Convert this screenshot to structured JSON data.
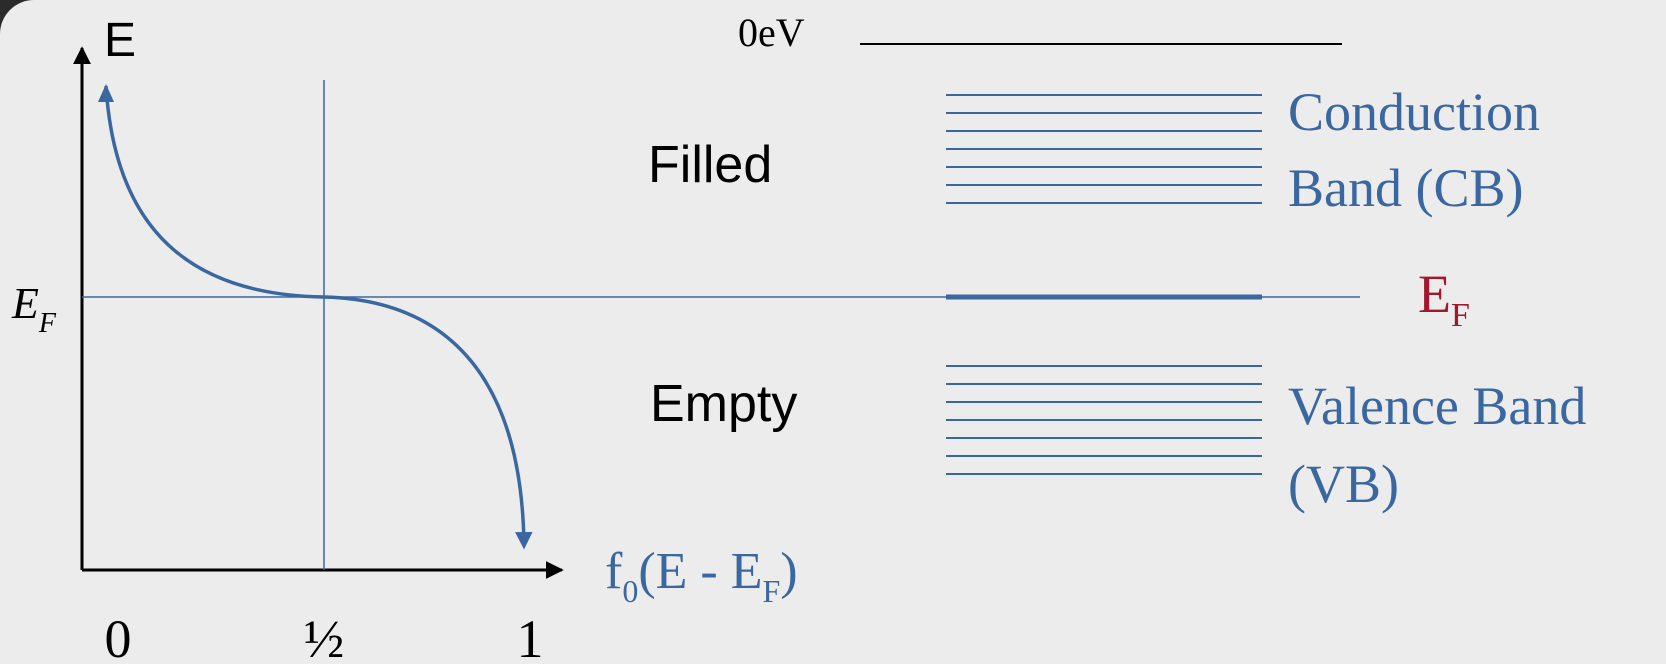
{
  "plot": {
    "y_axis_label": "E",
    "fermi_tick_label": "E",
    "fermi_tick_sub": "F",
    "x_axis_label_main": "f",
    "x_axis_label_sub0": "0",
    "x_axis_label_mid": "(E - E",
    "x_axis_label_sub": "F",
    "x_axis_label_end": ")",
    "x_ticks": [
      "0",
      "½",
      "1"
    ],
    "x_tick_values": [
      0,
      0.5,
      1
    ]
  },
  "annotations": {
    "filled": "Filled",
    "empty": "Empty"
  },
  "bands": {
    "vacuum_label": "0eV",
    "conduction_line1": "Conduction",
    "conduction_line2": "Band (CB)",
    "fermi_label": "E",
    "fermi_sub": "F",
    "valence_line1": "Valence Band",
    "valence_line2": "(VB)",
    "conduction_levels": 7,
    "valence_levels": 7
  },
  "colors": {
    "blue": "#3a67a0",
    "red": "#a3162b",
    "black": "#000000",
    "background": "#ececec"
  }
}
